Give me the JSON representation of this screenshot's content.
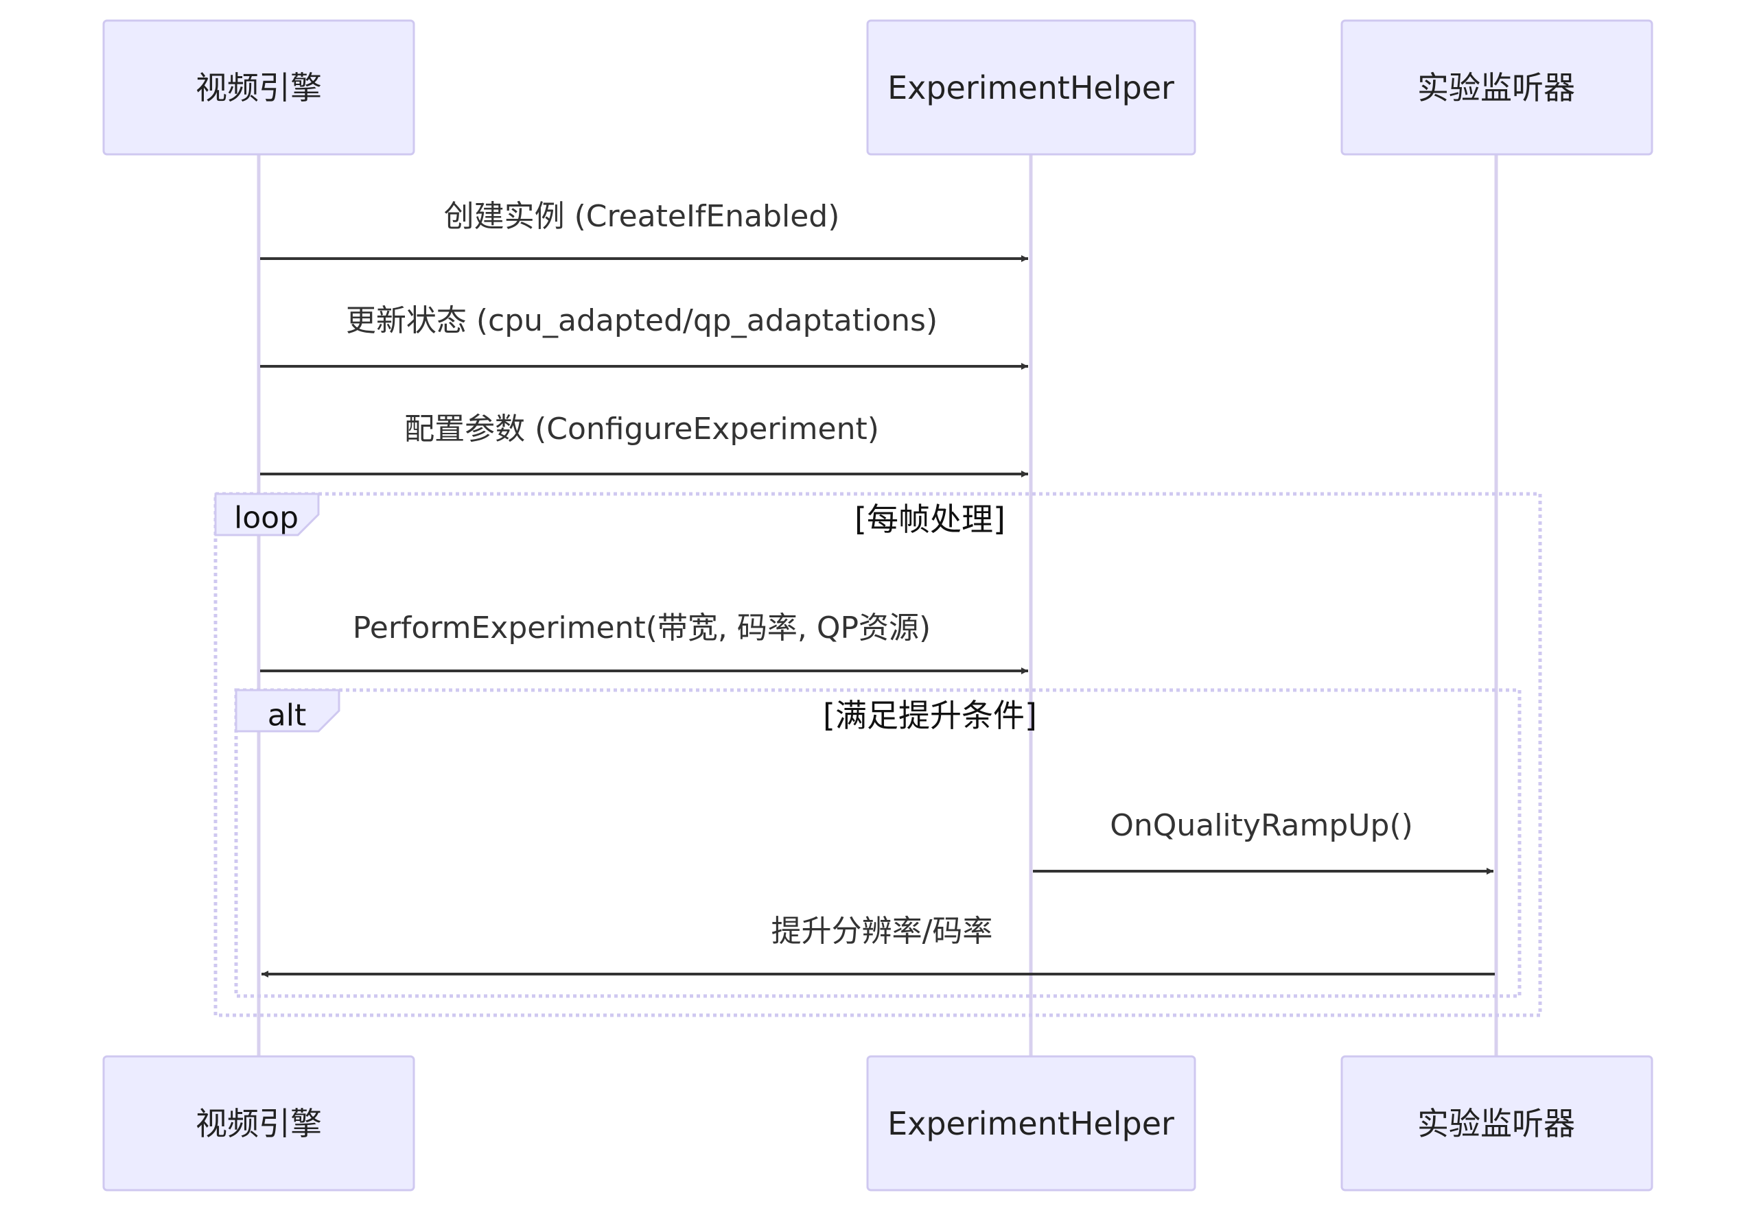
{
  "participants": {
    "engine": {
      "label": "视频引擎"
    },
    "helper": {
      "label": "ExperimentHelper"
    },
    "listener": {
      "label": "实验监听器"
    }
  },
  "messages": [
    {
      "from": "engine",
      "to": "helper",
      "label": "创建实例 (CreateIfEnabled)"
    },
    {
      "from": "engine",
      "to": "helper",
      "label": "更新状态 (cpu_adapted/qp_adaptations)"
    },
    {
      "from": "engine",
      "to": "helper",
      "label": "配置参数 (ConfigureExperiment)"
    },
    {
      "from": "engine",
      "to": "helper",
      "label": "PerformExperiment(带宽, 码率, QP资源)"
    },
    {
      "from": "helper",
      "to": "listener",
      "label": "OnQualityRampUp()"
    },
    {
      "from": "listener",
      "to": "engine",
      "label": "提升分辨率/码率"
    }
  ],
  "frames": {
    "loop": {
      "kind": "loop",
      "condition": "[每帧处理]"
    },
    "alt": {
      "kind": "alt",
      "condition": "[满足提升条件]"
    }
  },
  "colors": {
    "actor_fill": "#ececff",
    "actor_stroke": "#cfc8f0",
    "lifeline": "#d8d0ee",
    "message": "#333333"
  }
}
